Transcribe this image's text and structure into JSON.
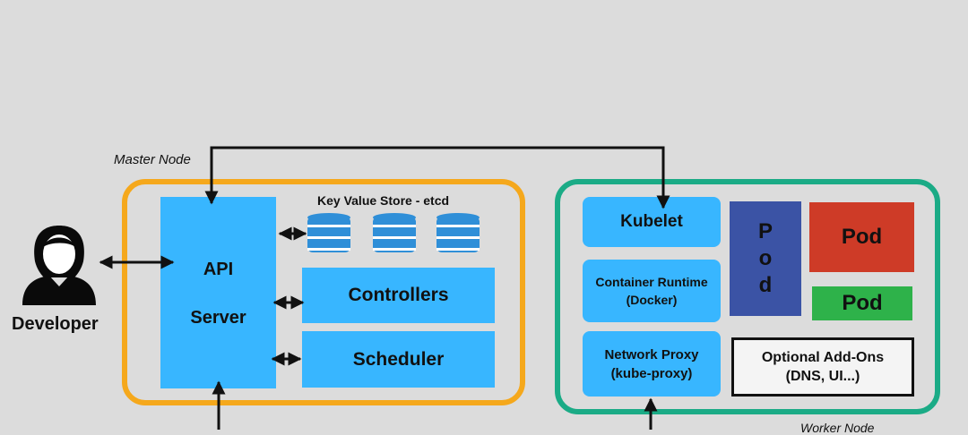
{
  "master": {
    "label": "Master Node"
  },
  "worker": {
    "label": "Worker Node"
  },
  "developer": {
    "label": "Developer"
  },
  "api_server": {
    "line1": "API",
    "line2": "Server"
  },
  "etcd": {
    "title": "Key Value Store - etcd"
  },
  "controllers": {
    "label": "Controllers"
  },
  "scheduler": {
    "label": "Scheduler"
  },
  "kubelet": {
    "label": "Kubelet"
  },
  "container_runtime": {
    "line1": "Container Runtime",
    "line2": "(Docker)"
  },
  "network_proxy": {
    "line1": "Network Proxy",
    "line2": "(kube-proxy)"
  },
  "pods": {
    "tall": [
      "P",
      "o",
      "d"
    ],
    "red": "Pod",
    "green": "Pod"
  },
  "addons": {
    "line1": "Optional Add-Ons",
    "line2": "(DNS, UI...)"
  },
  "colors": {
    "background": "#dcdcdc",
    "master_border": "#f5a81c",
    "worker_border": "#1bab86",
    "component_blue": "#38b6ff",
    "pod_navy": "#3b53a5",
    "pod_red": "#ce3b27",
    "pod_green": "#2eb24a",
    "etcd_blue": "#2f8fd8"
  },
  "icons": [
    "person-icon",
    "database-icon",
    "double-arrow-icon"
  ]
}
